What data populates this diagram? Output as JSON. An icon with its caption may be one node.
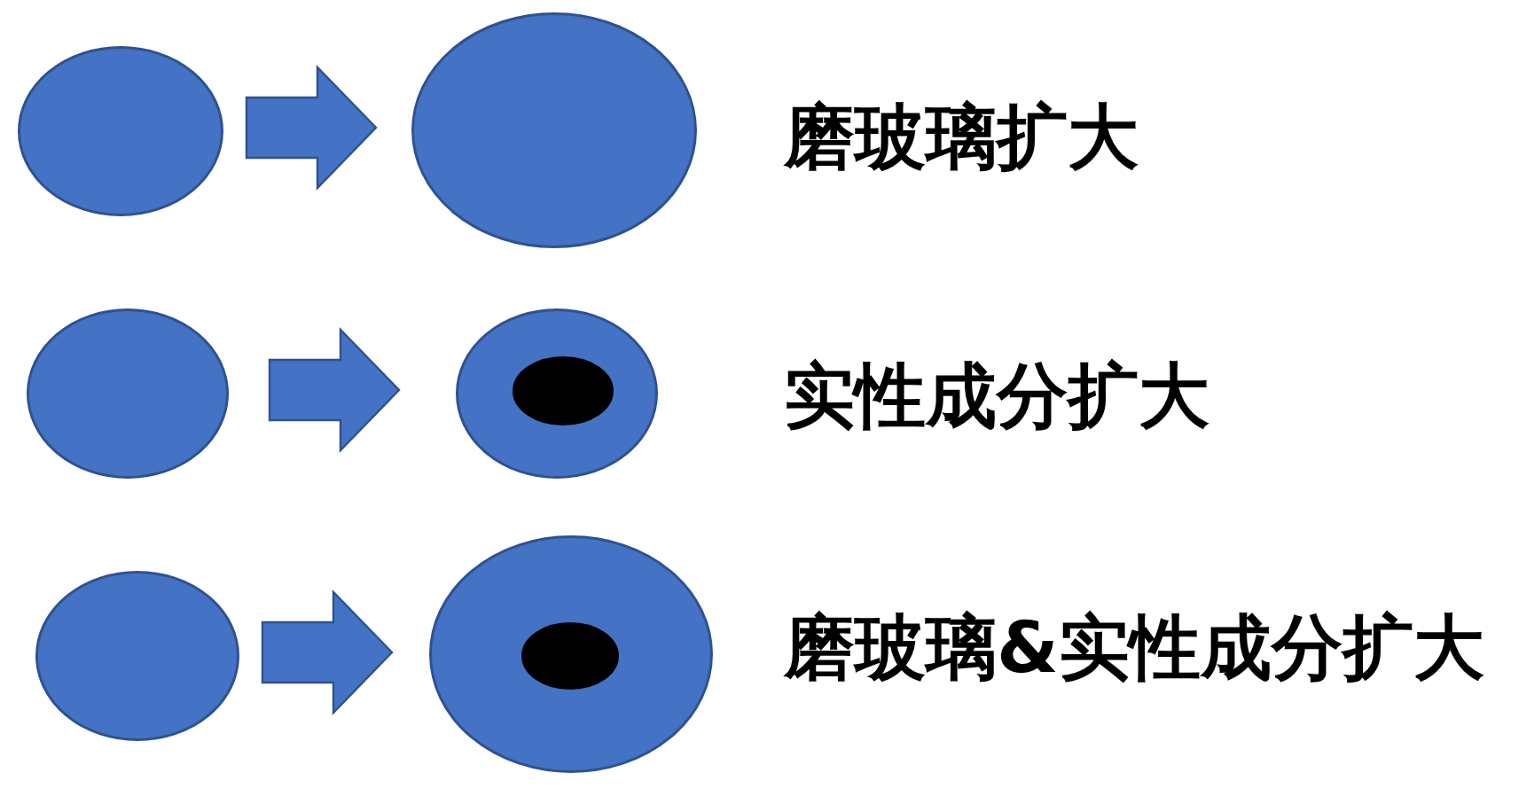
{
  "diagram": {
    "nodes": [
      {
        "text": [],
        "shape": "circle"
      },
      {
        "text": [],
        "shape": "circle"
      },
      {
        "text": [],
        "shape": "circle"
      },
      {
        "text": [],
        "shape": "circle"
      },
      {
        "text": [],
        "shape": "circle",
        "in": 3
      },
      {
        "text": [],
        "shape": "circle"
      },
      {
        "text": [],
        "shape": "circle"
      },
      {
        "text": [],
        "shape": "circle",
        "in": 6
      }
    ],
    "edges": [
      {
        "from": 0,
        "to": 1,
        "arrow": "to"
      },
      {
        "from": 2,
        "to": 3,
        "arrow": "to"
      },
      {
        "from": 5,
        "to": 6,
        "arrow": "to"
      }
    ],
    "labels": [
      "磨玻璃扩大",
      "实性成分扩大",
      "磨玻璃&实性成分扩大"
    ]
  }
}
